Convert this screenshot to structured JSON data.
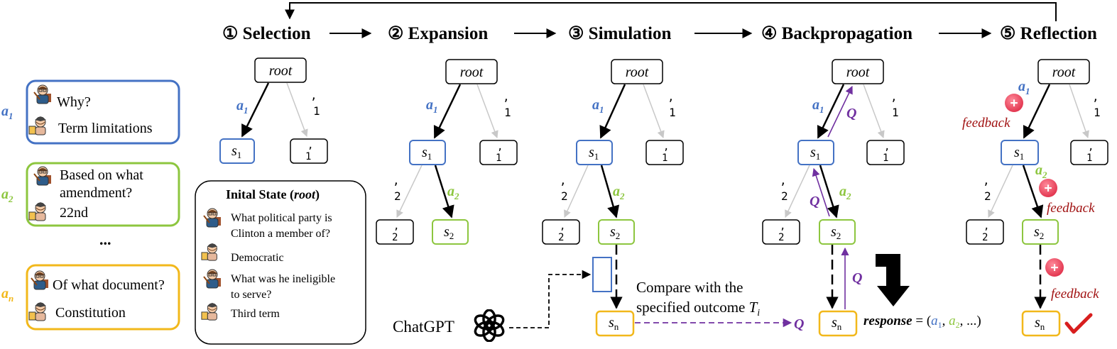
{
  "steps": [
    {
      "num": "①",
      "label": "Selection"
    },
    {
      "num": "②",
      "label": "Expansion"
    },
    {
      "num": "③",
      "label": "Simulation"
    },
    {
      "num": "④",
      "label": "Backpropagation"
    },
    {
      "num": "⑤",
      "label": "Reflection"
    }
  ],
  "dialogues": [
    {
      "action": "a",
      "sub": "1",
      "question": [
        "Why?"
      ],
      "answer": [
        "Term limitations"
      ],
      "color": "#4472c4"
    },
    {
      "action": "a",
      "sub": "2",
      "question": [
        "Based on what",
        "amendment?"
      ],
      "answer": [
        "22nd"
      ],
      "color": "#8dc63f"
    },
    {
      "action": "a",
      "sub": "n",
      "question": [
        "Of what document?"
      ],
      "answer": [
        "Constitution"
      ],
      "color": "#f2b81b"
    }
  ],
  "ellipsis": "...",
  "initial_state": {
    "title": "Inital State (",
    "title_italic": "root",
    "title_end": ")",
    "lines": [
      [
        "What political party is",
        "Clinton a member of?"
      ],
      [
        "Democratic"
      ],
      [
        "What was he ineligible",
        "to serve?"
      ],
      [
        "Third term"
      ]
    ]
  },
  "tree": {
    "root": "root",
    "s": "s",
    "sub1": "1",
    "sub2": "2",
    "subn": "n",
    "prime": ",",
    "a": "a",
    "Q": "Q",
    "feedback": "feedback",
    "plus": "+"
  },
  "chatgpt": "ChatGPT",
  "compare": [
    "Compare with the",
    "specified outcome"
  ],
  "compare_T": "T",
  "compare_sub": "i",
  "response": {
    "word": "response",
    "rest": " = (",
    "a": "a",
    "s1": "1",
    "s2": "2",
    "tail": ", ...)"
  },
  "colors": {
    "blue": "#4472c4",
    "green": "#8dc63f",
    "yellow": "#f2b81b",
    "purple": "#7030a0",
    "red": "#e0304a",
    "grey": "#c8c8c8",
    "feedback": "#a01010",
    "check": "#d81e1e"
  }
}
